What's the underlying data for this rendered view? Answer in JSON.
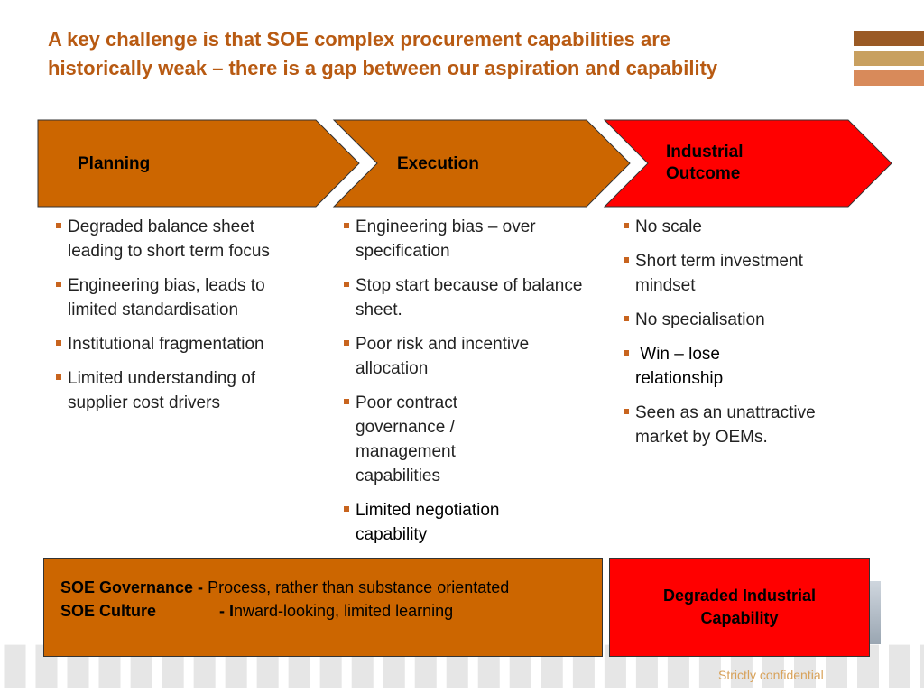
{
  "title": {
    "line1": "A key challenge is that SOE complex procurement capabilities are",
    "line2": "historically weak – there is a gap between our aspiration and capability"
  },
  "colors": {
    "title": "#b85a12",
    "orange": "#cc6600",
    "red": "#ff0000",
    "bullet": "#c8641e"
  },
  "stages": [
    {
      "label": "Planning"
    },
    {
      "label": "Execution"
    },
    {
      "label_line1": "Industrial",
      "label_line2": "Outcome"
    }
  ],
  "columns": {
    "planning": [
      "Degraded balance sheet leading to short term focus",
      "Engineering bias, leads to limited standardisation",
      "Institutional fragmentation",
      "Limited understanding of supplier cost drivers"
    ],
    "execution": [
      "Engineering bias – over specification",
      "Stop start because of balance sheet.",
      "Poor risk and incentive allocation",
      "Poor contract governance / management capabilities",
      "Limited negotiation capability"
    ],
    "outcome": [
      "No scale",
      "Short term investment mindset",
      "No specialisation",
      " Win – lose relationship",
      "Seen as an unattractive market by OEMs."
    ]
  },
  "governance": {
    "gov_label": "SOE Governance - ",
    "gov_text": "Process, rather than substance orientated",
    "culture_label": "SOE Culture",
    "culture_dash": "- I",
    "culture_text": "nward-looking, limited learning"
  },
  "degraded": {
    "line1": "Degraded Industrial",
    "line2": "Capability"
  },
  "footer": {
    "confidential": "Strictly confidential"
  }
}
